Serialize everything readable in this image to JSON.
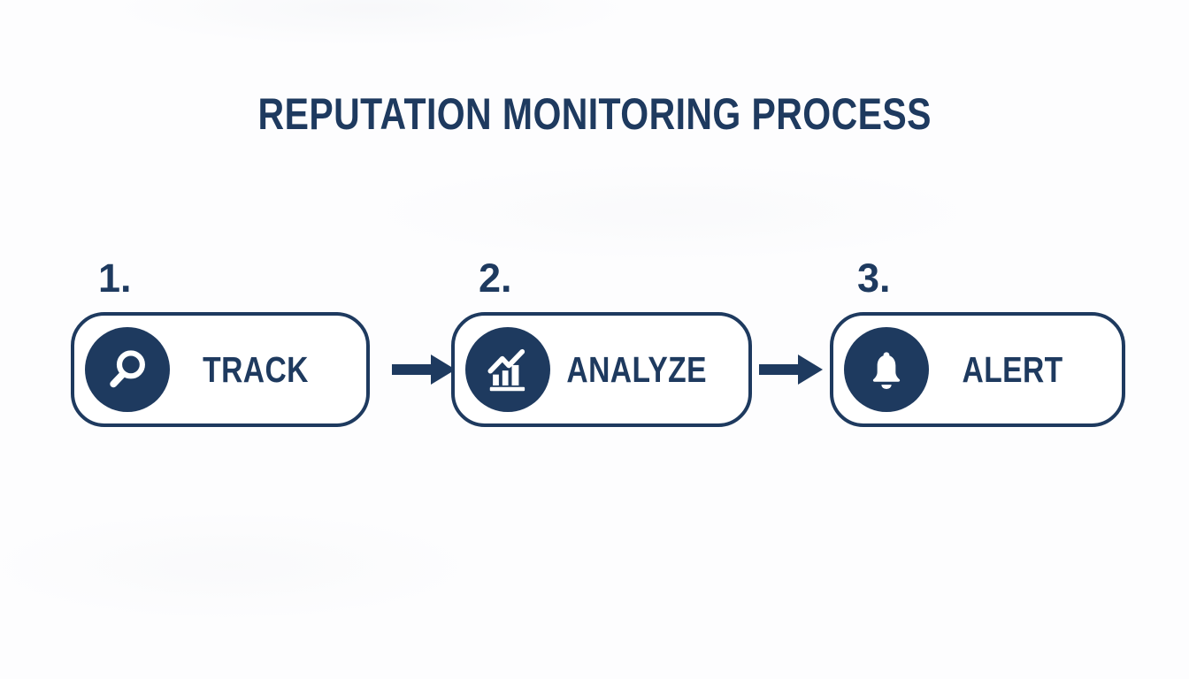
{
  "title": "REPUTATION MONITORING PROCESS",
  "colors": {
    "accent_navy": "#1e3a5f",
    "icon_foreground": "#ffffff",
    "background": "#fdfdfe"
  },
  "steps": [
    {
      "number": "1.",
      "label": "TRACK",
      "icon": "magnifier-icon"
    },
    {
      "number": "2.",
      "label": "ANALYZE",
      "icon": "bar-chart-trend-icon"
    },
    {
      "number": "3.",
      "label": "ALERT",
      "icon": "bell-icon"
    }
  ],
  "connectors": [
    {
      "type": "arrow-right"
    },
    {
      "type": "arrow-right"
    }
  ]
}
